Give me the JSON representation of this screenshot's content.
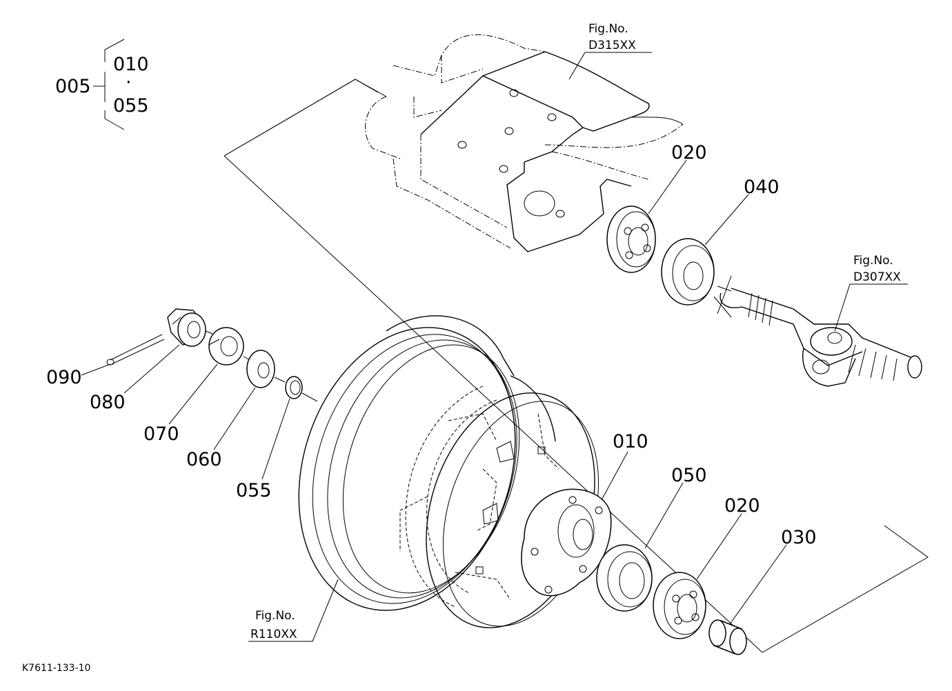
{
  "diagram": {
    "code": "K7611-133-10",
    "assembly": {
      "parent": "005",
      "first": "010",
      "dot": "·",
      "last": "055"
    },
    "fig_refs": [
      {
        "id": "fig-d315",
        "line1": "Fig.No.",
        "line2": "D315XX"
      },
      {
        "id": "fig-d307",
        "line1": "Fig.No.",
        "line2": "D307XX"
      },
      {
        "id": "fig-r110",
        "line1": "Fig.No.",
        "line2": "R110XX"
      }
    ],
    "parts": [
      {
        "id": "p020a",
        "label": "020"
      },
      {
        "id": "p040",
        "label": "040"
      },
      {
        "id": "p090",
        "label": "090"
      },
      {
        "id": "p080",
        "label": "080"
      },
      {
        "id": "p070",
        "label": "070"
      },
      {
        "id": "p060",
        "label": "060"
      },
      {
        "id": "p055",
        "label": "055"
      },
      {
        "id": "p010",
        "label": "010"
      },
      {
        "id": "p050",
        "label": "050"
      },
      {
        "id": "p020b",
        "label": "020"
      },
      {
        "id": "p030",
        "label": "030"
      }
    ]
  }
}
